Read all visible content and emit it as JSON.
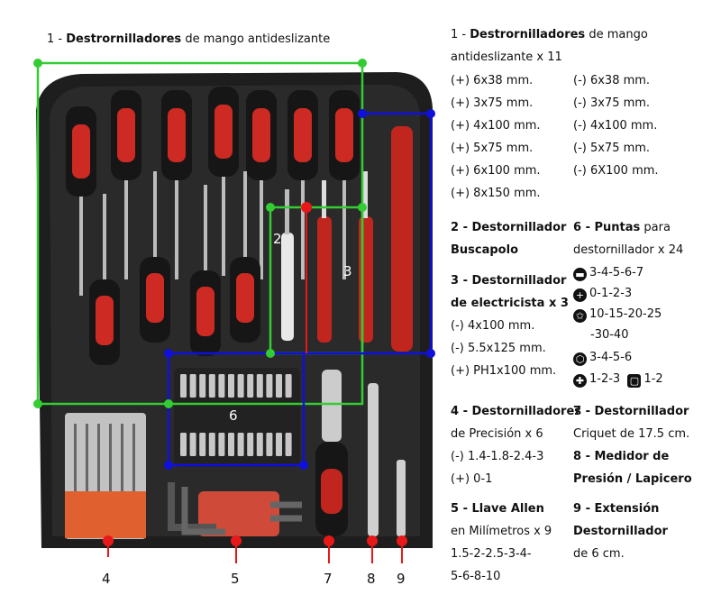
{
  "top_caption": {
    "num": "1 -",
    "bold": "Destrornilladores",
    "rest": "de mango antideslizante"
  },
  "photo_labels": {
    "n2": "2",
    "n3": "3",
    "n6": "6"
  },
  "bottom_numbers": [
    "4",
    "5",
    "7",
    "8",
    "9"
  ],
  "sec1": {
    "num": "1 -",
    "bold": "Destrornilladores",
    "rest": "de mango",
    "line2": "antideslizante x 11",
    "left": [
      "(+) 6x38 mm.",
      "(+) 3x75 mm.",
      "(+) 4x100 mm.",
      "(+) 5x75 mm.",
      "(+) 6x100 mm.",
      "(+) 8x150 mm."
    ],
    "right": [
      "(-) 6x38 mm.",
      "(-) 3x75 mm.",
      "(-) 4x100 mm.",
      "(-) 5x75 mm.",
      "(-) 6X100 mm."
    ]
  },
  "sec2": {
    "line1": "2 - Destornillador",
    "line2": "Buscapolo"
  },
  "sec3": {
    "line1": "3 - Destornillador",
    "line2": "de electricista x 3",
    "items": [
      "(-) 4x100 mm.",
      "(-) 5.5x125 mm.",
      "(+) PH1x100 mm."
    ]
  },
  "sec4": {
    "line1": "4 - Destornilladores",
    "line2": "de Precisión x 6",
    "items": [
      "(-) 1.4-1.8-2.4-3",
      "(+) 0-1"
    ]
  },
  "sec5": {
    "line1": "5 - Llave Allen",
    "line2": "en Milímetros x 9",
    "items": [
      "1.5-2-2.5-3-4-",
      "5-6-8-10"
    ]
  },
  "sec6": {
    "bold1": "6 - Puntas",
    "rest1": "para",
    "line2": "destornillador x 24",
    "tips": [
      "3-4-5-6-7",
      "0-1-2-3",
      "10-15-20-25",
      "-30-40",
      "3-4-5-6",
      "1-2-3",
      "1-2"
    ]
  },
  "sec7": {
    "line1": "7 - Destornillador",
    "line2": "Criquet de 17.5 cm."
  },
  "sec8": {
    "line1": "8 - Medidor de",
    "line2": "Presión / Lapicero"
  },
  "sec9": {
    "line1": "9 - Extensión",
    "line2": "Destornillador",
    "line3": "de 6 cm."
  },
  "colors": {
    "green": "#33cc33",
    "blue": "#1010dd",
    "red": "#e81818",
    "handle_red": "#cc2a22",
    "case": "#1c1c1c"
  }
}
